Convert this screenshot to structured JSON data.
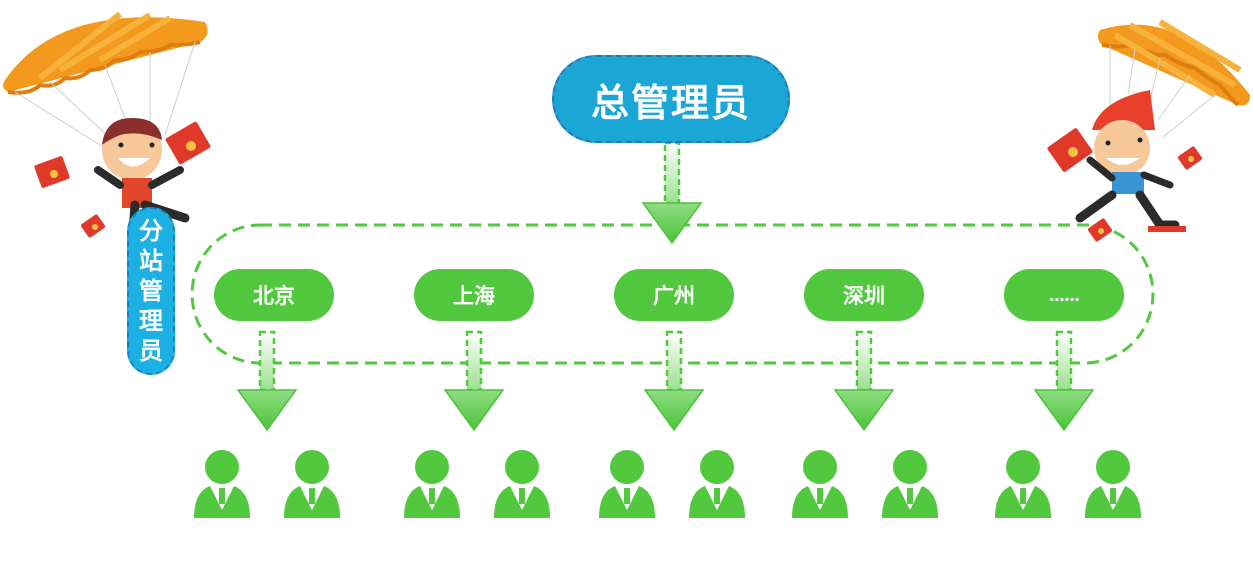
{
  "diagram": {
    "root": {
      "label": "总管理员",
      "color": "#1aa7d6"
    },
    "side_label": {
      "chars": [
        "分",
        "站",
        "管",
        "理",
        "员"
      ],
      "full": "分站管理员",
      "color": "#1cb0e3"
    },
    "branches": [
      {
        "label": "北京",
        "users": 2
      },
      {
        "label": "上海",
        "users": 2
      },
      {
        "label": "广州",
        "users": 2
      },
      {
        "label": "深圳",
        "users": 2
      },
      {
        "label": "......",
        "users": 2
      }
    ],
    "colors": {
      "branch": "#52c83f",
      "dash": "#52c83f",
      "parachute": "#f08a1c",
      "envelope": "#e23b24"
    }
  }
}
